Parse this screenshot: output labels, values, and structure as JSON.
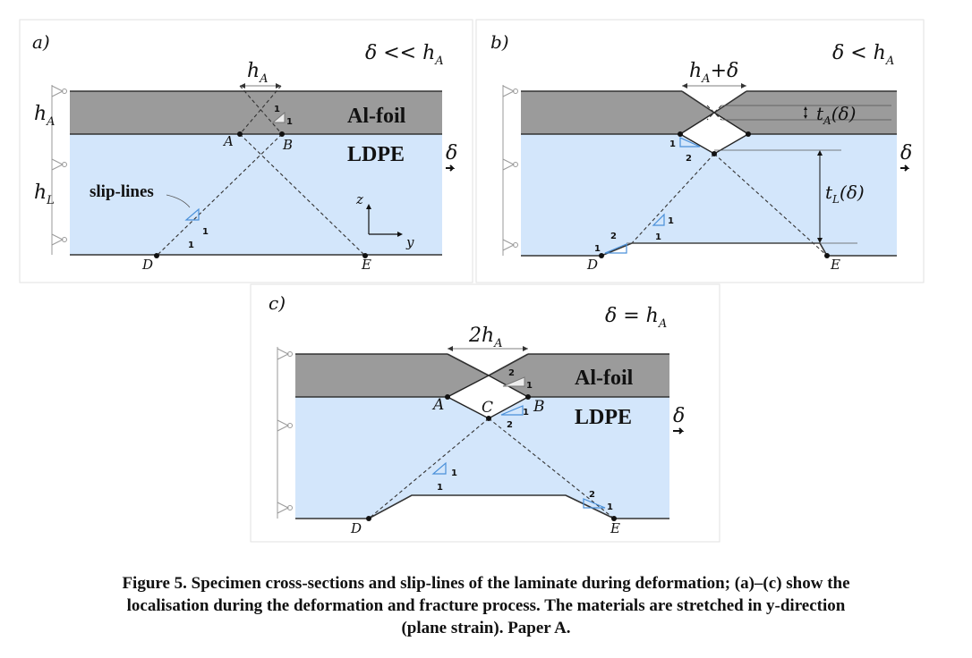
{
  "panels": {
    "a": {
      "label": "a)",
      "condition": "δ << h",
      "condition_sub": "A",
      "width_label": "h",
      "width_sub": "A",
      "height_al": "h",
      "height_al_sub": "A",
      "height_l": "h",
      "height_l_sub": "L",
      "al_label": "Al-foil",
      "ldpe_label": "LDPE",
      "delta": "δ",
      "slip_label": "slip-lines",
      "points": [
        "A",
        "B",
        "D",
        "E"
      ],
      "axis_z": "z",
      "axis_y": "y",
      "slope_nums": [
        "1",
        "1",
        "1",
        "1"
      ]
    },
    "b": {
      "label": "b)",
      "condition": "δ < h",
      "condition_sub": "A",
      "width_label": "h",
      "width_sub": "A",
      "width_tail": "+δ",
      "ta_label": "t",
      "ta_sub": "A",
      "ta_tail": "(δ)",
      "tl_label": "t",
      "tl_sub": "L",
      "tl_tail": "(δ)",
      "delta": "δ",
      "points": [
        "D",
        "E"
      ],
      "slope_nums": [
        "1",
        "2",
        "1",
        "1",
        "2",
        "1"
      ]
    },
    "c": {
      "label": "c)",
      "condition": "δ = h",
      "condition_sub": "A",
      "width_label": "2h",
      "width_sub": "A",
      "al_label": "Al-foil",
      "ldpe_label": "LDPE",
      "delta": "δ",
      "points": [
        "A",
        "B",
        "C",
        "D",
        "E"
      ],
      "slope_nums": [
        "2",
        "1",
        "1",
        "2",
        "1",
        "1",
        "2",
        "1"
      ]
    }
  },
  "caption": {
    "line1": "Figure 5. Specimen cross-sections and slip-lines of the laminate during deformation; (a)–(c) show the",
    "line2": "localisation during the deformation and fracture process. The materials are stretched in y-direction",
    "line3": "(plane strain). Paper A."
  },
  "colors": {
    "al_foil": "#9b9b9b",
    "ldpe": "#d3e6fb",
    "slope_marker": "#4a90d9"
  }
}
